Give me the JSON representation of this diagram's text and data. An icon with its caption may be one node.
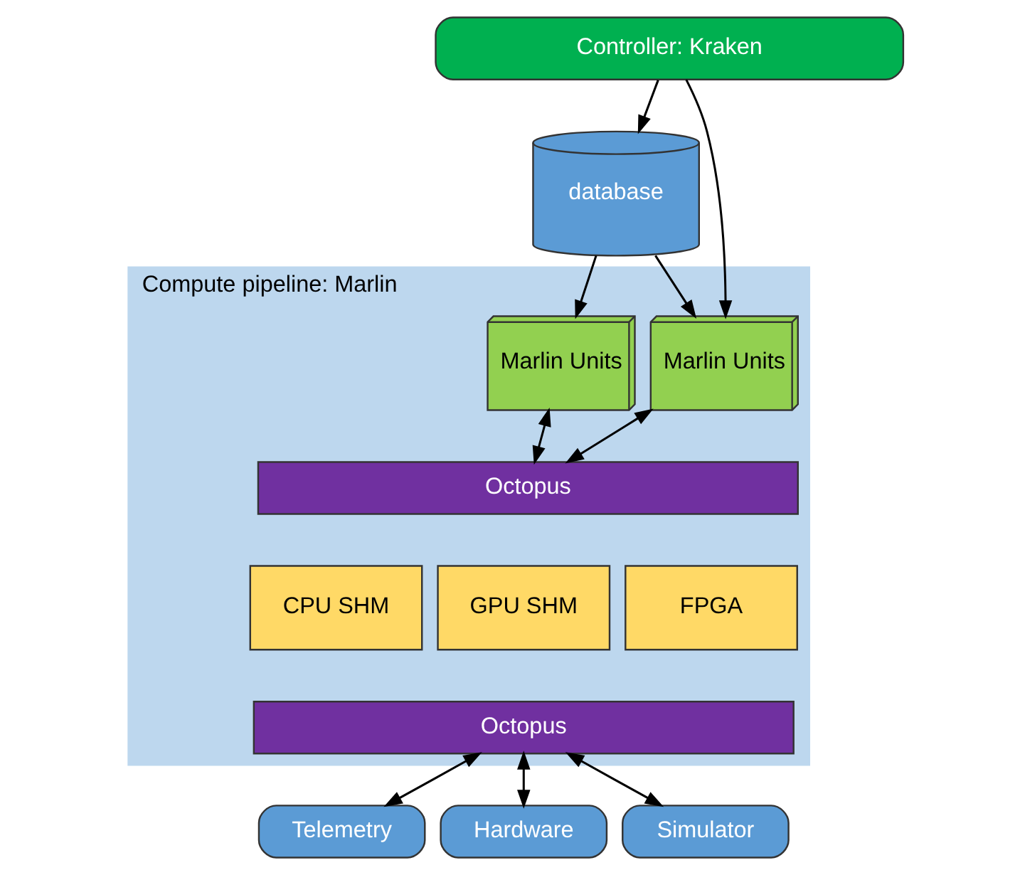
{
  "diagram": {
    "nodes": [
      {
        "text": [
          "Controller: Kraken"
        ]
      },
      {
        "text": [
          "database"
        ]
      },
      {
        "text": [
          "Compute pipeline: Marlin"
        ]
      },
      {
        "text": [
          "Marlin Units"
        ],
        "in": 2
      },
      {
        "text": [
          "Marlin Units"
        ],
        "in": 2
      },
      {
        "text": [
          "Octopus"
        ],
        "in": 2
      },
      {
        "text": [
          "CPU SHM"
        ],
        "in": 2
      },
      {
        "text": [
          "GPU SHM"
        ],
        "in": 2
      },
      {
        "text": [
          "FPGA"
        ],
        "in": 2
      },
      {
        "text": [
          "Octopus"
        ],
        "in": 2
      },
      {
        "text": [
          "Telemetry"
        ]
      },
      {
        "text": [
          "Hardware"
        ]
      },
      {
        "text": [
          "Simulator"
        ]
      }
    ],
    "edges": [
      {
        "from": 0,
        "to": 1,
        "arrow": "to"
      },
      {
        "from": 0,
        "to": 3,
        "arrow": "to"
      },
      {
        "from": 1,
        "to": 3,
        "arrow": "to"
      },
      {
        "from": 1,
        "to": 4,
        "arrow": "to"
      },
      {
        "from": 3,
        "to": 5,
        "arrow": "both"
      },
      {
        "from": 4,
        "to": 5,
        "arrow": "both"
      },
      {
        "from": 9,
        "to": 10,
        "arrow": "both"
      },
      {
        "from": 9,
        "to": 11,
        "arrow": "both"
      },
      {
        "from": 9,
        "to": 12,
        "arrow": "both"
      }
    ]
  }
}
